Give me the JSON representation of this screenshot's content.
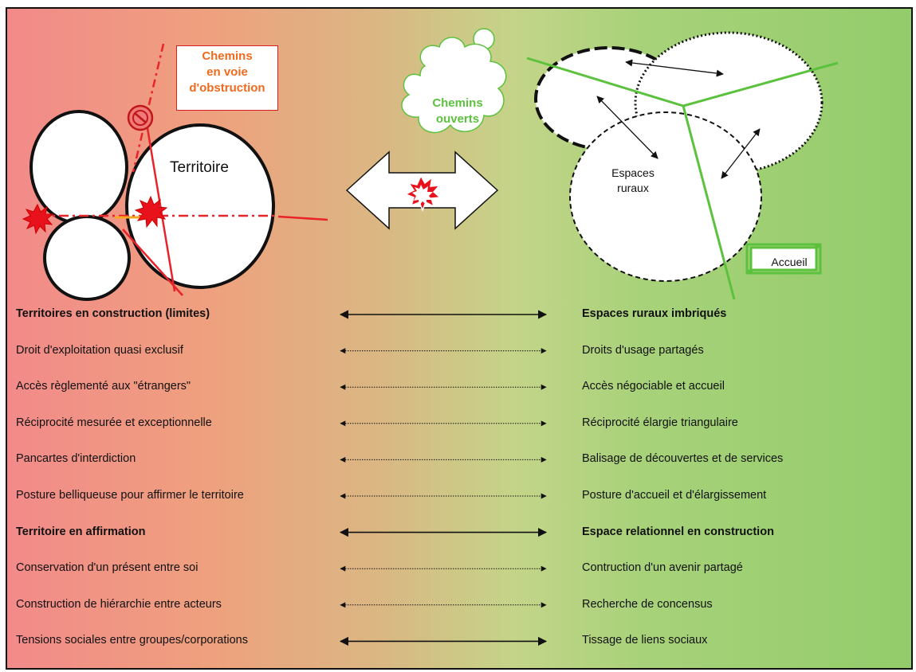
{
  "diagram": {
    "closed_paths_label": [
      "Chemins",
      "en voie",
      "d'obstruction"
    ],
    "territory_label": "Territoire",
    "open_paths_label": [
      "Chemins",
      "ouverts"
    ],
    "rural_spaces_label": [
      "Espaces",
      "ruraux"
    ],
    "welcome_sign_label": "Accueil",
    "colors": {
      "left_gradient": "#f28a8a",
      "right_gradient": "#93cc6b",
      "red_line": "#e8232a",
      "green_line": "#5cc23e",
      "orange_text": "#f06a1e"
    }
  },
  "rows": [
    {
      "left": "Territoires en construction (limites)",
      "right": "Espaces ruraux imbriqués",
      "bold": true,
      "arrow": "solid"
    },
    {
      "left": "Droit d'exploitation quasi exclusif",
      "right": "Droits d'usage partagés",
      "bold": false,
      "arrow": "dotted"
    },
    {
      "left": "Accès règlementé aux \"étrangers\"",
      "right": "Accès négociable et accueil",
      "bold": false,
      "arrow": "dotted"
    },
    {
      "left": "Réciprocité mesurée et exceptionnelle",
      "right": "Réciprocité élargie triangulaire",
      "bold": false,
      "arrow": "dotted"
    },
    {
      "left": "Pancartes d'interdiction",
      "right": "Balisage de découvertes et de services",
      "bold": false,
      "arrow": "dotted"
    },
    {
      "left": "Posture belliqueuse pour affirmer le territoire",
      "right": "Posture d'accueil et d'élargissement",
      "bold": false,
      "arrow": "dotted"
    },
    {
      "left": "Territoire en affirmation",
      "right": "Espace relationnel en construction",
      "bold": true,
      "arrow": "solid"
    },
    {
      "left": "Conservation d'un présent entre soi",
      "right": "Contruction d'un avenir partagé",
      "bold": false,
      "arrow": "dotted"
    },
    {
      "left": "Construction de hiérarchie entre acteurs",
      "right": "Recherche de concensus",
      "bold": false,
      "arrow": "dotted"
    },
    {
      "left": "Tensions sociales entre groupes/corporations",
      "right": "Tissage de liens sociaux",
      "bold": false,
      "arrow": "solid"
    }
  ]
}
